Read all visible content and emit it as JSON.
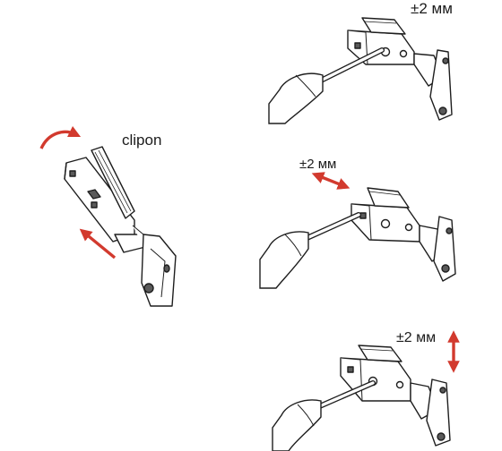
{
  "labels": {
    "clip": "clipon",
    "adjust_depth": "±2 мм",
    "adjust_side": "±2 мм",
    "adjust_height": "±2 мм"
  },
  "colors": {
    "arrow": "#d23a2e",
    "line": "#1e1e1e",
    "fill_dark": "#5a5a5a"
  },
  "icons": [
    "hinge-icon",
    "screwdriver-icon",
    "double-arrow-icon",
    "curved-arrow-icon"
  ]
}
